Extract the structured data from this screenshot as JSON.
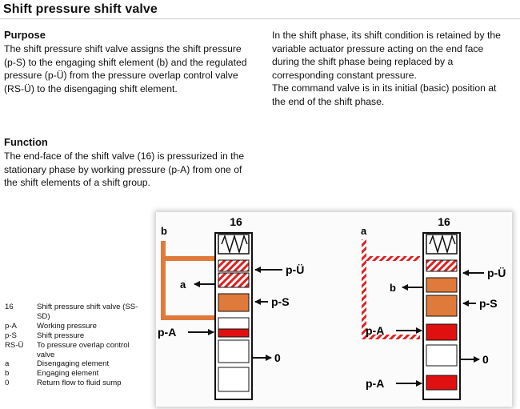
{
  "title": "Shift pressure shift valve",
  "purpose": {
    "heading": "Purpose",
    "text": "The shift pressure shift valve assigns the shift pressure (p-S) to the engaging shift element (b) and the regulated pressure (p-Ü) from the pressure overlap control valve (RS-Ü) to the disengaging shift element."
  },
  "shift_phase": {
    "text_1": "In the shift phase, its shift condition is retained by the variable actuator pressure acting on the end face during the shift phase being replaced by a corresponding constant pressure.",
    "text_2": "The command valve is in its initial (basic) position at the end of the shift phase."
  },
  "function": {
    "heading": "Function",
    "text": "The end-face of the shift valve (16) is pressurized in the stationary phase by working pressure (p-A) from one of the shift elements of a shift group."
  },
  "legend": [
    {
      "symbol": "16",
      "description": "Shift pressure shift valve (SS-SD)"
    },
    {
      "symbol": "p-A",
      "description": "Working pressure"
    },
    {
      "symbol": "p-S",
      "description": "Shift pressure"
    },
    {
      "symbol": "RS-Ü",
      "description": "To pressure overlap control valve"
    },
    {
      "symbol": "a",
      "description": "Disengaging element"
    },
    {
      "symbol": "b",
      "description": "Engaging element"
    },
    {
      "symbol": "0",
      "description": "Return flow to fluid sump"
    }
  ],
  "diagram": {
    "left": {
      "valve_number": "16",
      "line_label": "b",
      "port_pu": "p-Ü",
      "port_a": "a",
      "port_ps": "p-S",
      "port_pa": "p-A",
      "port_0": "0"
    },
    "right": {
      "valve_number": "16",
      "line_label": "a",
      "port_pu": "p-Ü",
      "port_b": "b",
      "port_ps": "p-S",
      "port_pa": "p-A",
      "port_0": "0",
      "port_pa_bottom": "p-A"
    }
  },
  "colors": {
    "hydraulic_orange": "#e07a3a",
    "working_red": "#e01010",
    "hatch_red": "#e02020"
  }
}
